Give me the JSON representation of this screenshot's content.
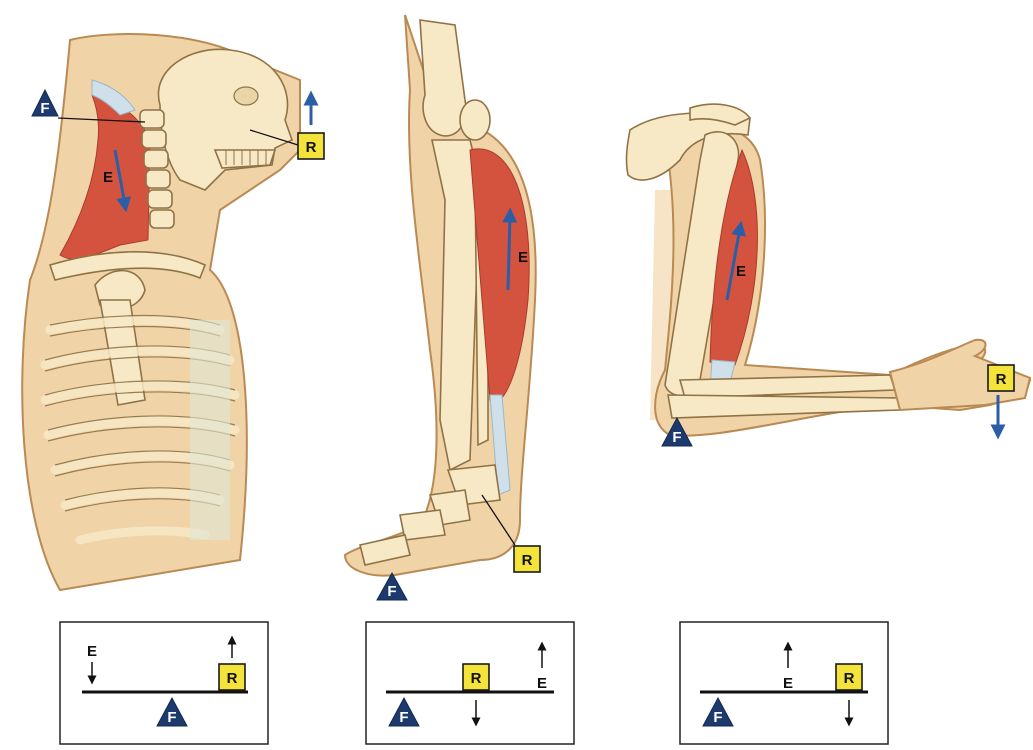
{
  "labels": {
    "fulcrum": "F",
    "effort": "E",
    "resistance": "R"
  },
  "colors": {
    "fulcrum_triangle": "#1d3a6e",
    "resistance_box": "#f4e33a",
    "force_arrow": "#2c5ea8",
    "muscle": "#d4533f",
    "skin": "#f1d3a8",
    "bone": "#f7e9c6"
  }
}
